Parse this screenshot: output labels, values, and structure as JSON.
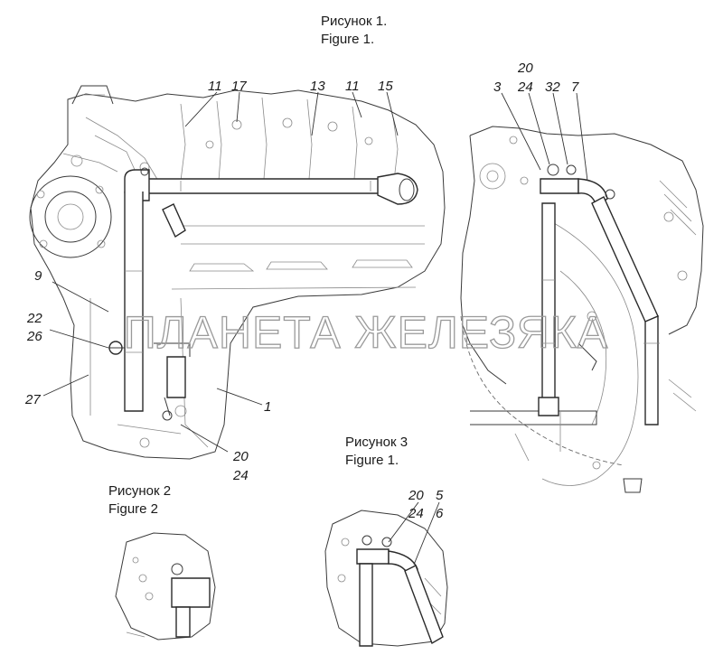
{
  "captions": {
    "fig1_ru": "Рисунок 1.",
    "fig1_en": "Figure 1.",
    "fig2_ru": "Рисунок 2",
    "fig2_en": "Figure 2",
    "fig3_ru": "Рисунок 3",
    "fig3_en": "Figure 1."
  },
  "watermark": "ПЛАНЕТА ЖЕЛЕЗЯКА",
  "callouts": {
    "c11a": "11",
    "c17": "17",
    "c13": "13",
    "c11b": "11",
    "c15": "15",
    "c9": "9",
    "c22": "22",
    "c26": "26",
    "c27": "27",
    "c1": "1",
    "c20a": "20",
    "c24a": "24",
    "c20b": "20",
    "c3": "3",
    "c24b": "24",
    "c32": "32",
    "c7": "7",
    "c20c": "20",
    "c5": "5",
    "c24c": "24",
    "c6": "6"
  },
  "colors": {
    "ink": "#1a1a1a",
    "line": "#3a3a3a",
    "watermark": "#9a9a9a"
  }
}
